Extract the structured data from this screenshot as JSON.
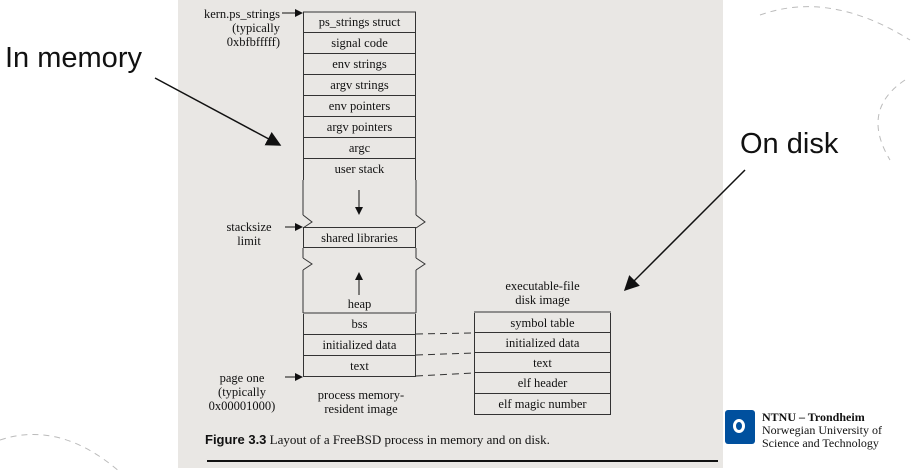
{
  "annotations": {
    "in_memory": "In memory",
    "on_disk": "On disk"
  },
  "memory": {
    "top_label": [
      "kern.ps_strings",
      "(typically",
      "0xbfbfffff)"
    ],
    "cells_top": [
      "ps_strings struct",
      "signal code",
      "env strings",
      "argv strings",
      "env pointers",
      "argv pointers",
      "argc",
      "user stack"
    ],
    "stacksize_label": [
      "stacksize",
      "limit"
    ],
    "shared": "shared libraries",
    "heap": "heap",
    "cells_bottom": [
      "bss",
      "initialized data",
      "text"
    ],
    "bottom_label": [
      "page one",
      "(typically",
      "0x00001000)"
    ],
    "caption": [
      "process memory-",
      "resident image"
    ]
  },
  "disk": {
    "title": [
      "executable-file",
      "disk image"
    ],
    "cells": [
      "symbol table",
      "initialized data",
      "text",
      "elf header",
      "elf magic number"
    ]
  },
  "figure_caption": {
    "number": "Figure 3.3",
    "text": " Layout of a FreeBSD process in memory and on disk."
  },
  "logo": {
    "name": "NTNU – Trondheim",
    "line1": "Norwegian University of",
    "line2": "Science and Technology"
  }
}
